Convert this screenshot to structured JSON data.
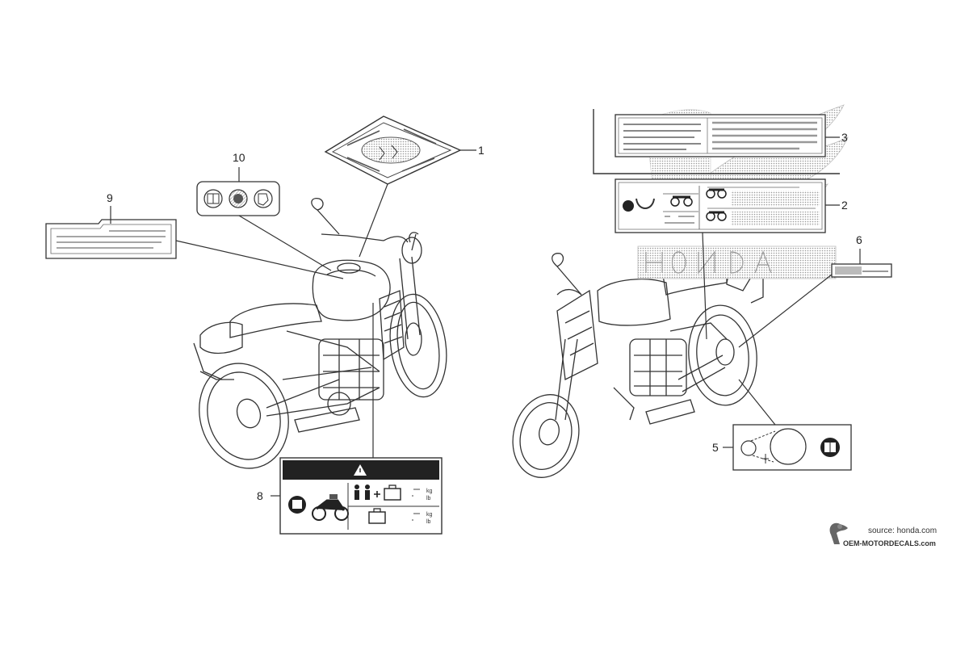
{
  "callouts": {
    "c1": "1",
    "c2": "2",
    "c3": "3",
    "c5": "5",
    "c6": "6",
    "c8": "8",
    "c9": "9",
    "c10": "10"
  },
  "label_8": {
    "unit_kg": "kg",
    "unit_lb": "lb"
  },
  "source": {
    "credit": "source: honda.com",
    "site": "OEM-MOTORDECALS.com"
  }
}
